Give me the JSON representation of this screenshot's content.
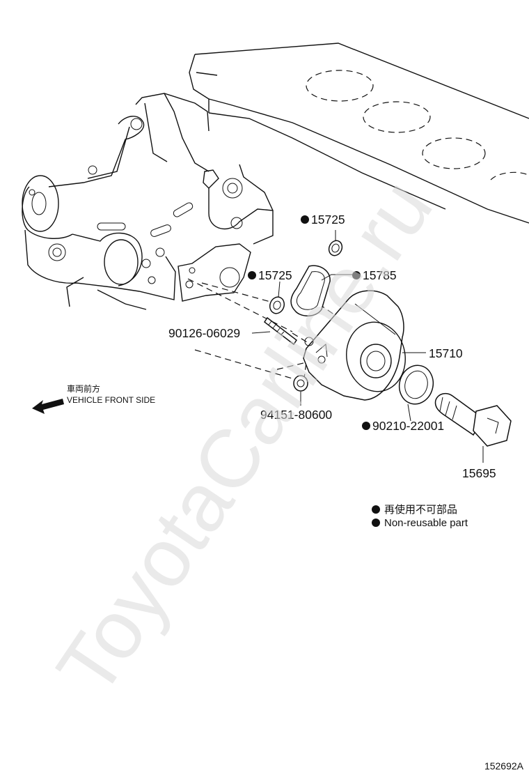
{
  "watermark": "ToyotaCarline.ru",
  "direction": {
    "jp": "車両前方",
    "en": "VEHICLE FRONT SIDE"
  },
  "parts": {
    "p15725_top": {
      "number": "15725",
      "non_reusable": true
    },
    "p15725_mid": {
      "number": "15725",
      "non_reusable": true
    },
    "p15785": {
      "number": "15785",
      "non_reusable": true
    },
    "p90126": {
      "number": "90126-06029",
      "non_reusable": false
    },
    "p15710": {
      "number": "15710",
      "non_reusable": false
    },
    "p94151": {
      "number": "94151-80600",
      "non_reusable": false
    },
    "p90210": {
      "number": "90210-22001",
      "non_reusable": true
    },
    "p15695": {
      "number": "15695",
      "non_reusable": false
    }
  },
  "legend": {
    "jp": "再使用不可部品",
    "en": "Non-reusable part"
  },
  "figure_code": "152692A"
}
